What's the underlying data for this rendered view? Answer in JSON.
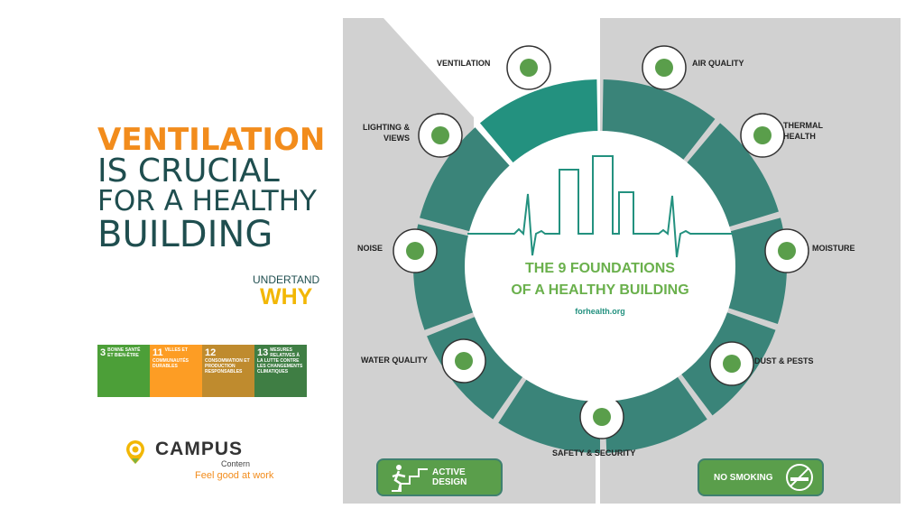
{
  "headline": {
    "line1": "VENTILATION",
    "line2": "IS CRUCIAL",
    "line3": "FOR A HEALTHY",
    "line4": "BUILDING"
  },
  "understand": {
    "label": "UNDERTAND",
    "why": "WHY"
  },
  "sdgs": [
    {
      "num": "3",
      "text": "BONNE SANTÉ ET BIEN-ÊTRE",
      "color": "#4c9f38"
    },
    {
      "num": "11",
      "text": "VILLES ET COMMUNAUTÉS DURABLES",
      "color": "#fd9d24"
    },
    {
      "num": "12",
      "text": "CONSOMMATION ET PRODUCTION RESPONSABLES",
      "color": "#bf8b2e"
    },
    {
      "num": "13",
      "text": "MESURES RELATIVES À LA LUTTE CONTRE LES CHANGEMENTS CLIMATIQUES",
      "color": "#3f7e44"
    }
  ],
  "brand": {
    "name": "CAMPUS",
    "sub": "Contern",
    "tagline": "Feel good at work"
  },
  "diagram": {
    "title1": "THE 9 FOUNDATIONS",
    "title2": "OF A HEALTHY BUILDING",
    "url": "forhealth.org",
    "foundations": [
      "VENTILATION",
      "AIR QUALITY",
      "THERMAL HEALTH",
      "MOISTURE",
      "DUST & PESTS",
      "SAFETY & SECURITY",
      "WATER QUALITY",
      "NOISE",
      "LIGHTING & VIEWS"
    ],
    "extras": [
      "ACTIVE DESIGN",
      "NO SMOKING"
    ]
  },
  "colors": {
    "orange": "#f28c1c",
    "teal": "#1f4e4f",
    "ring": "#3a8479",
    "highlight": "#23917f",
    "green": "#5a9e4b",
    "gray": "#d1d1d1",
    "yellow": "#f2b705"
  }
}
